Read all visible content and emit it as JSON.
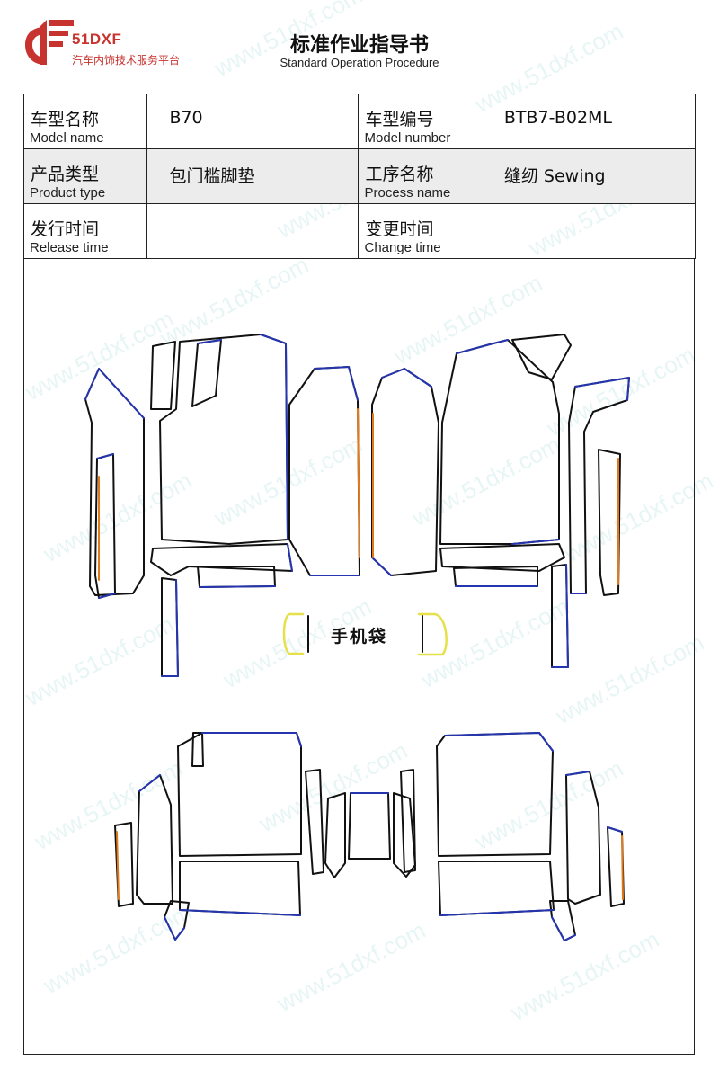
{
  "brand": {
    "name": "51DXF",
    "tagline": "汽车内饰技术服务平台",
    "color": "#c7332e"
  },
  "header": {
    "title": "标准作业指导书",
    "subtitle": "Standard Operation Procedure"
  },
  "info_table": {
    "model_name": {
      "label_cn": "车型名称",
      "label_en": "Model name",
      "value": "B70"
    },
    "model_number": {
      "label_cn": "车型编号",
      "label_en": "Model number",
      "value": "BTB7-B02ML"
    },
    "product_type": {
      "label_cn": "产品类型",
      "label_en": "Product type",
      "value": "包门槛脚垫"
    },
    "process_name": {
      "label_cn": "工序名称",
      "label_en": "Process name",
      "value": "缝纫 Sewing"
    },
    "release_time": {
      "label_cn": "发行时间",
      "label_en": "Release time",
      "value": ""
    },
    "change_time": {
      "label_cn": "变更时间",
      "label_en": "Change time",
      "value": ""
    }
  },
  "drawing": {
    "pocket_label": "手机袋",
    "watermark": "www.51dxf.com",
    "colors": {
      "outline": "#111111",
      "edge_blue": "#2535b0",
      "edge_orange": "#e07a1a",
      "pocket_yellow": "#e6e04a"
    }
  }
}
